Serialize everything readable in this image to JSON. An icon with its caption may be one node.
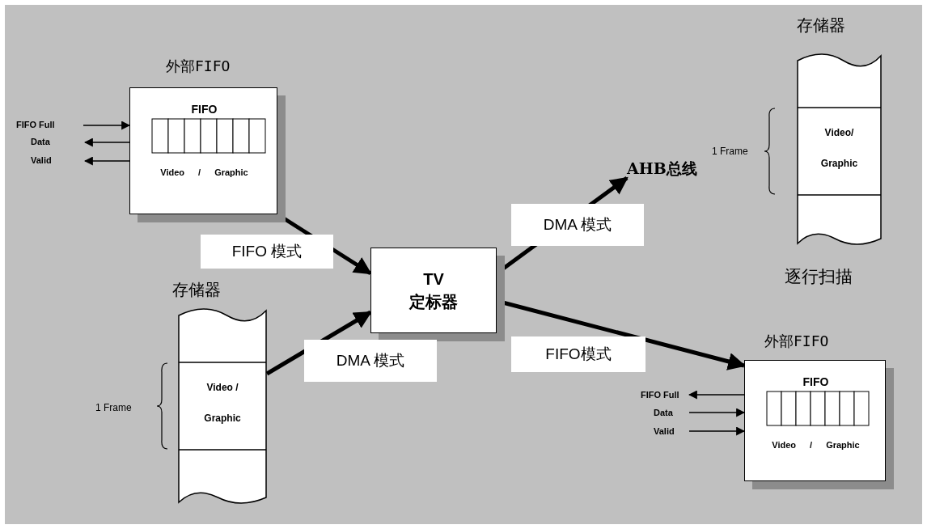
{
  "diagram": {
    "nodes": [
      {
        "text": [
          "外部FIFO",
          "FIFO",
          "Video / Graphic"
        ]
      },
      {
        "text": [
          "存储器",
          "Video / Graphic"
        ],
        "beside": [
          "1 Frame"
        ]
      },
      {
        "text": [
          "TV 定标器"
        ]
      },
      {
        "text": [
          "AHB总线"
        ]
      },
      {
        "text": [
          "存储器",
          "Video/ Graphic"
        ],
        "beside": [
          "1 Frame",
          "逐行扫描"
        ]
      },
      {
        "text": [
          "外部FIFO",
          "FIFO",
          "Video / Graphic"
        ]
      }
    ],
    "edges": [
      {
        "from": null,
        "to": 0,
        "arrow": "to",
        "label": "FIFO Full"
      },
      {
        "from": 0,
        "to": null,
        "arrow": "to",
        "label": "Data"
      },
      {
        "from": 0,
        "to": null,
        "arrow": "to",
        "label": "Valid"
      },
      {
        "from": 0,
        "to": 2,
        "arrow": "to",
        "label": "FIFO 模式",
        "style": "thick"
      },
      {
        "from": 1,
        "to": 2,
        "arrow": "to",
        "label": "DMA 模式",
        "style": "thick"
      },
      {
        "from": 2,
        "to": 3,
        "arrow": "to",
        "label": "DMA 模式",
        "style": "thick"
      },
      {
        "from": 2,
        "to": 5,
        "arrow": "to",
        "label": "FIFO模式",
        "style": "thick"
      },
      {
        "from": 5,
        "to": null,
        "arrow": "to",
        "label": "FIFO Full"
      },
      {
        "from": null,
        "to": 5,
        "arrow": "to",
        "label": "Data"
      },
      {
        "from": null,
        "to": 5,
        "arrow": "to",
        "label": "Valid"
      }
    ]
  }
}
